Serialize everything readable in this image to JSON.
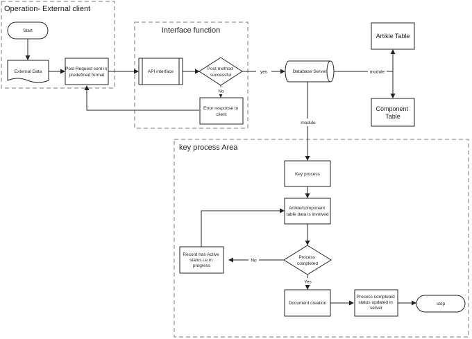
{
  "regions": {
    "operation": "Operation- External client",
    "interface": "Interface function",
    "key_process": "key process Area"
  },
  "nodes": {
    "start": "Start",
    "external_data": "External Data",
    "post_request": [
      "Post Request sent in",
      "predefined format"
    ],
    "api_interface": "API interface",
    "post_method": [
      "Post method",
      "successful"
    ],
    "error_response": [
      "Error response to",
      "client"
    ],
    "database_server": "Database Server",
    "artikle_table": "Artikle Table",
    "component_table": [
      "Component",
      "Table"
    ],
    "key_process": "Key process",
    "artikle_component": [
      "Artikle/component",
      "table data is involved"
    ],
    "process_completed": [
      "Process",
      "completed"
    ],
    "record_active": [
      "Record has Active",
      "status i.e in",
      "progress"
    ],
    "document_creation": "Document creation",
    "status_updated": [
      "Process completed",
      "status updated in",
      "server"
    ],
    "stop": "stop"
  },
  "edges": {
    "yes_db": "yes",
    "no_error": "No",
    "module_tables": "module",
    "module_key": "module",
    "no_record": "No",
    "yes_doc": "Yes"
  },
  "colors": {
    "stroke": "#222222",
    "dash": "#777777",
    "fill": "#ffffff"
  }
}
